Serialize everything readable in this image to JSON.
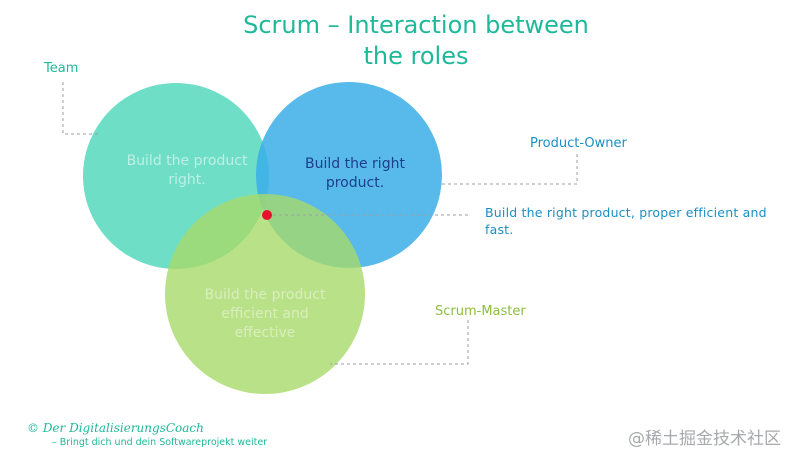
{
  "title": "Scrum – Interaction between the roles",
  "roles": {
    "team": "Team",
    "product_owner": "Product-Owner",
    "scrum_master": "Scrum-Master"
  },
  "circles": {
    "team": {
      "text": "Build the product right.",
      "color": "#5bd9bf"
    },
    "product_owner": {
      "text": "Build the right product.",
      "color": "#3aaee8"
    },
    "scrum_master": {
      "text": "Build the product efficient and effective",
      "color": "#a8d96a"
    }
  },
  "intersection": {
    "text": "Build the right product, proper efficient and fast.",
    "dot_color": "#e8112d"
  },
  "footer": {
    "brand": "© Der DigitalisierungsCoach",
    "tagline": "– Bringt dich und dein Softwareprojekt weiter"
  },
  "watermark": "@稀土掘金技术社区"
}
